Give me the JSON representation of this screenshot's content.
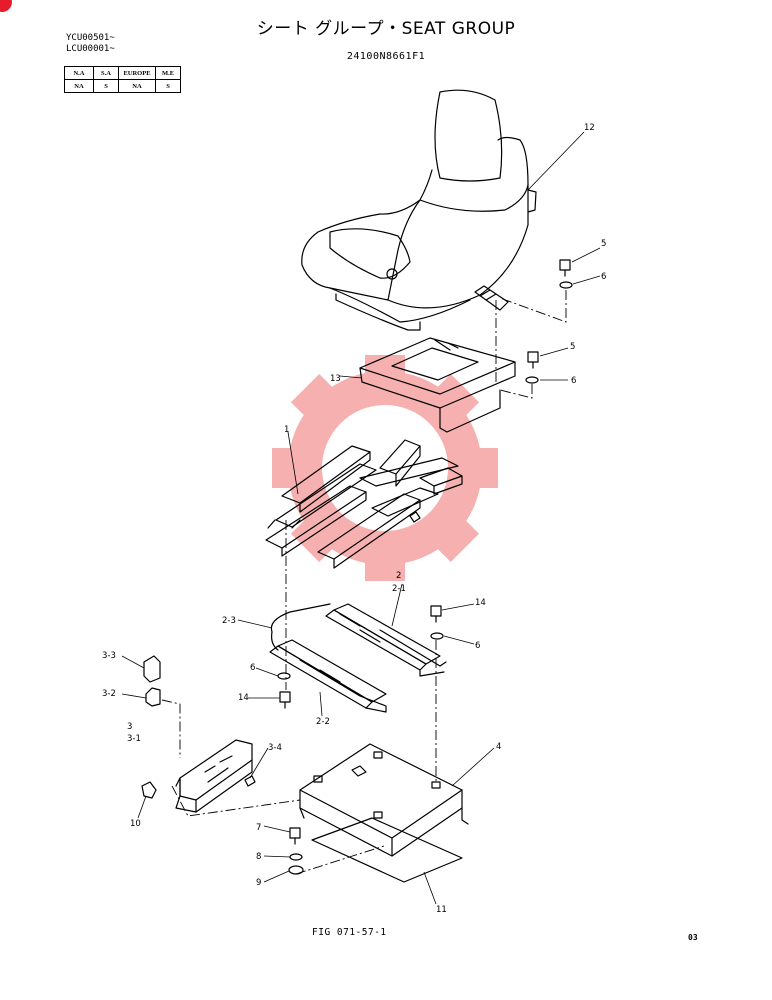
{
  "header": {
    "title": "シート グループ・SEAT GROUP",
    "part_number": "24100N8661F1",
    "serial_line1": "YCU00501~",
    "serial_line2": "LCU00001~"
  },
  "availability_table": {
    "headers": [
      "N.A",
      "S.A",
      "EUROPE",
      "M.E"
    ],
    "values": [
      "NA",
      "S",
      "NA",
      "S"
    ]
  },
  "callouts": {
    "c12": "12",
    "c5a": "5",
    "c6a": "6",
    "c5b": "5",
    "c6b": "6",
    "c13": "13",
    "c1": "1",
    "c2": "2",
    "c2_1": "2-1",
    "c2_3": "2-3",
    "c14a": "14",
    "c6c": "6",
    "c6d": "6",
    "c14b": "14",
    "c2_2": "2-2",
    "c3_3": "3-3",
    "c3_2": "3-2",
    "c3": "3",
    "c3_1": "3-1",
    "c3_4": "3-4",
    "c10": "10",
    "c4": "4",
    "c7": "7",
    "c8": "8",
    "c9": "9",
    "c11": "11"
  },
  "watermark_color": "#f07070",
  "footer": {
    "figure": "FIG 071-57-1",
    "page": "03"
  }
}
